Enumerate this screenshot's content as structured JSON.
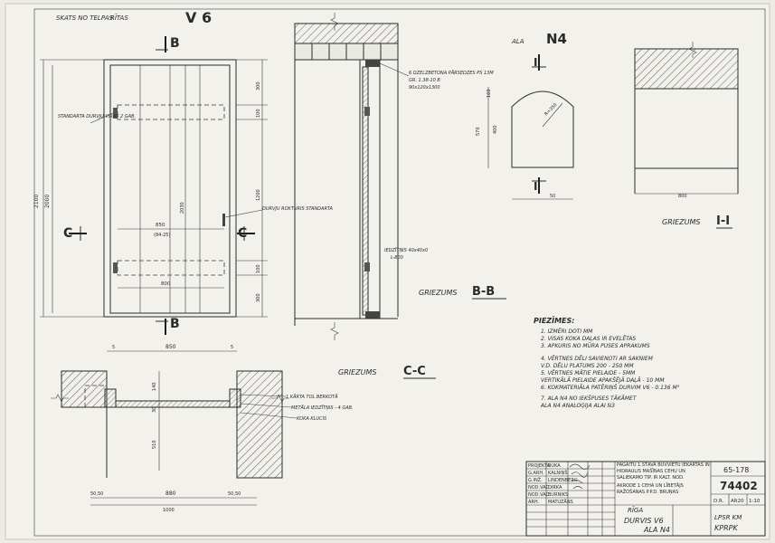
{
  "header": {
    "front_view_label": "SKATS NO TELPAS",
    "front_view_mark": "V 6",
    "front_view_subword": "RĪTAS"
  },
  "sections": {
    "bb": "B-B",
    "cc": "C-C",
    "ii": "I-I",
    "bb_word": "GRIEZUMS",
    "cc_word": "GRIEZUMS",
    "ii_word": "GRIEZUMS"
  },
  "marks": {
    "b": "B",
    "c": "C",
    "i": "I"
  },
  "ala": {
    "word": "ALA",
    "mark": "N4",
    "radius": "R=350",
    "width": "50",
    "bottom_width": "800",
    "dim_570": "570",
    "dim_160": "160",
    "dim_400": "400"
  },
  "front": {
    "dims_left": [
      "2100",
      "2000"
    ],
    "dims_right": [
      "300",
      "100",
      "1200",
      "100",
      "300"
    ],
    "dim_850": "850",
    "dim_850_sub": "(84-25)",
    "dim_800": "800",
    "dim_2030": "2030",
    "label_hinges": "STANDARTA DURVJU VIRAS 2 GAB.",
    "label_handle": "DURVJU ROKTURIS STANDARTA"
  },
  "bb_notes": {
    "lintel": "6 DZELZBETONA PĀRSEDZES PS 13M",
    "lintel2": "GR. 1.38-10 B",
    "lintel3": "90x120x1300",
    "dowel": "IEDZĪTŅIS 40x40x0",
    "dowel2": "L-800"
  },
  "cc": {
    "dims_top": [
      "850",
      "5",
      "5"
    ],
    "dims_bottom": [
      "50,50",
      "880",
      "50,50"
    ],
    "dim_1000": "1000",
    "dims_v": [
      "140",
      "30",
      "510"
    ],
    "labels": [
      "1 KĀRTA TOL.BERKOTĀ",
      "METĀLA IEDZĪTŅIS - 4 GAB.",
      "KOKA KLUCIS"
    ]
  },
  "notes": {
    "title": "PIEZĪMES:",
    "items": [
      "1. IZMĒRI DOTI MM",
      "2. VISAS KOKA DAĻAS IR EVELĒTAS",
      "3. APKURIS NO MŪRA PUSES APRAKUMS",
      "4. VĒRTNES DĒLI SAVIENOTI AR SAKNIEM",
      "   V.D. DĒLU PLATUMS 200 - 250 MM",
      "5. VĒRTNES MĀTIE PIELAIDE - 5MM",
      "   VERTIKĀLĀ PIELAIDE APAKŠĒJĀ DAĻĀ - 10 MM",
      "6. KOKMATERIĀLA PATĒRIŅŠ DURVIM V6 - 0.136 M³",
      "7. ALA N4 NO IEKŠPUSES TĀKĀMET",
      "   ALA N4 ANALOĢIJA ALAI N3"
    ]
  },
  "titleblock": {
    "roles": [
      "PROJEKTA",
      "G.ARH.",
      "G.INŽ.",
      "NOD.VAD.",
      "NOD.VAD.",
      "ARH."
    ],
    "names": [
      "BUKA",
      "KALNIŅŠ",
      "LINDENBERG",
      "DIRKA",
      "BURNIKS",
      "MATUZĀNS"
    ],
    "description": "PAGAITU 1.STĀVA BŪVVIETU IEKĀRTAS IN HIDRAULIS MAŠĪNAS CEHU UN SALIEKAMO TIP. IR KALT. NOD.",
    "description2": "AKRODE 1 CEHA UN LĪBETĀJS RAŽOŠANAS P.P.D. BRUŅAS",
    "number_top": "65-178",
    "number_main": "74402",
    "stage": "D.R.",
    "sheet": "AR20",
    "scale": "1:10",
    "city": "RĪGA",
    "drawing_title": "DURVIS V6",
    "drawing_title2": "ALA N4",
    "org": "LPSR KM",
    "org2": "KPRPK"
  }
}
